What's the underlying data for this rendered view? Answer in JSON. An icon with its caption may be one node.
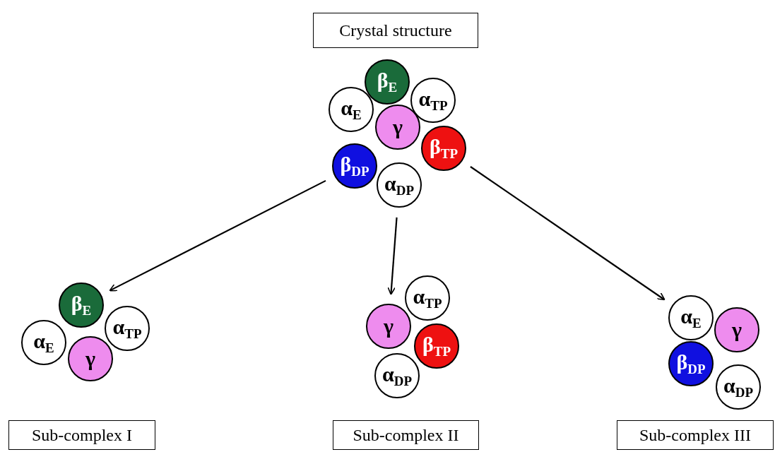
{
  "diagram": {
    "nodes": [
      {
        "text": [
          "Crystal structure"
        ]
      },
      {
        "text": [
          "β$_{E}$"
        ]
      },
      {
        "text": [
          "α$_{E}$"
        ]
      },
      {
        "text": [
          "α$_{TP}$"
        ]
      },
      {
        "text": [
          "γ"
        ]
      },
      {
        "text": [
          "β$_{TP}$"
        ]
      },
      {
        "text": [
          "β$_{DP}$"
        ]
      },
      {
        "text": [
          "α$_{DP}$"
        ]
      },
      {
        "text": [
          "β$_{E}$"
        ]
      },
      {
        "text": [
          "α$_{E}$"
        ]
      },
      {
        "text": [
          "α$_{TP}$"
        ]
      },
      {
        "text": [
          "γ"
        ]
      },
      {
        "text": [
          "α$_{TP}$"
        ]
      },
      {
        "text": [
          "γ"
        ]
      },
      {
        "text": [
          "β$_{TP}$"
        ]
      },
      {
        "text": [
          "α$_{DP}$"
        ]
      },
      {
        "text": [
          "α$_{E}$"
        ]
      },
      {
        "text": [
          "γ"
        ]
      },
      {
        "text": [
          "β$_{DP}$"
        ]
      },
      {
        "text": [
          "α$_{DP}$"
        ]
      },
      {
        "text": [
          "Sub-complex I"
        ]
      },
      {
        "text": [
          "Sub-complex II"
        ]
      },
      {
        "text": [
          "Sub-complex III"
        ]
      }
    ],
    "edges": [
      {
        "from": 6,
        "to": 8,
        "arrow": "to"
      },
      {
        "from": 7,
        "to": 13,
        "arrow": "to"
      },
      {
        "from": 5,
        "to": 16,
        "arrow": "to"
      }
    ]
  }
}
